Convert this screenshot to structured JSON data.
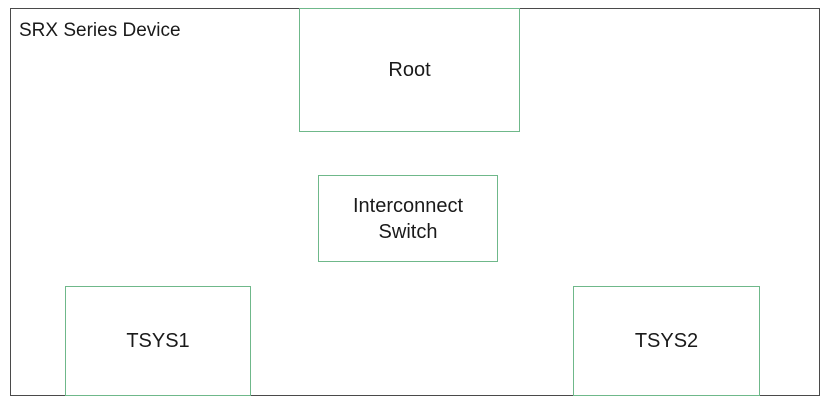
{
  "diagram": {
    "device_label": "SRX Series Device",
    "nodes": {
      "root": "Root",
      "interconnect": "Interconnect\nSwitch",
      "tsys1": "TSYS1",
      "tsys2": "TSYS2"
    }
  }
}
